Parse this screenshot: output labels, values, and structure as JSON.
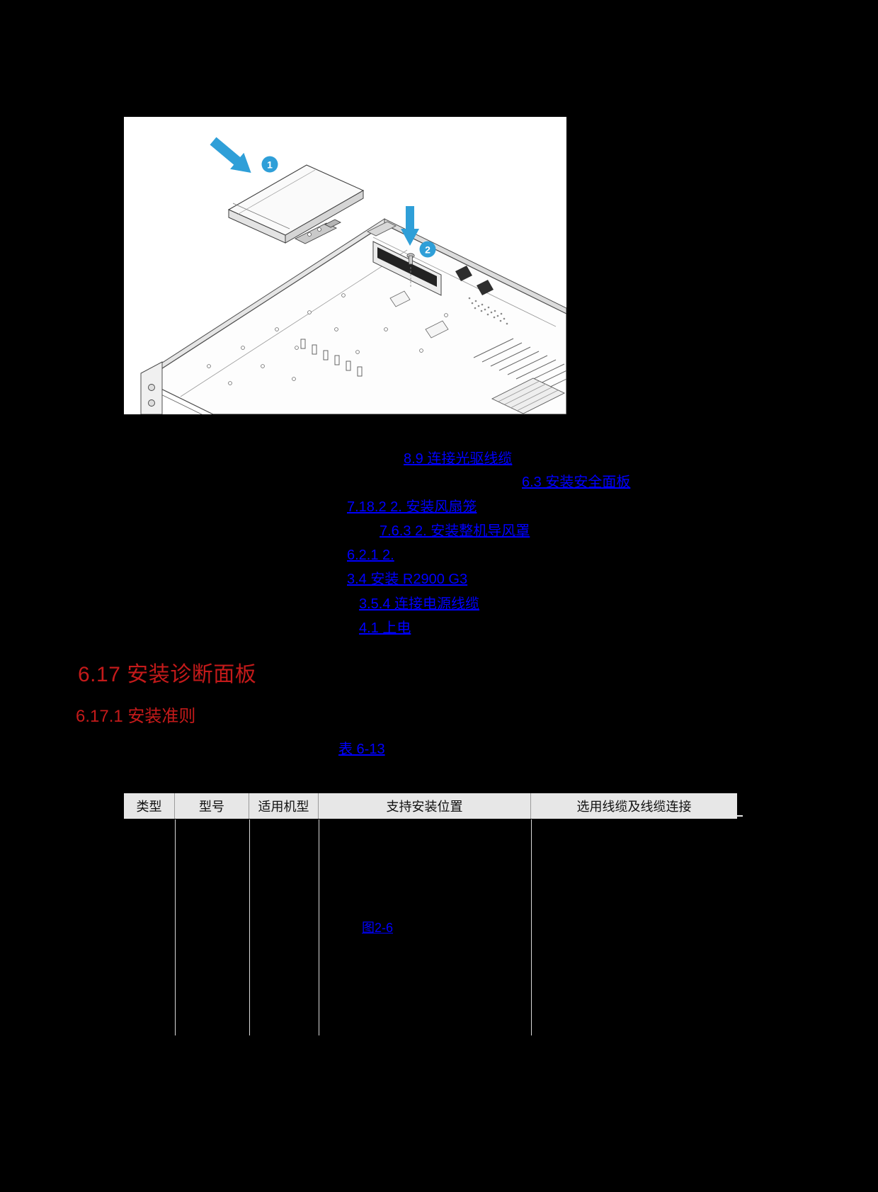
{
  "colors": {
    "page_background": "#000000",
    "link": "#0000ff",
    "heading_red": "#c41a1a",
    "figure_blue": "#2f9fd8",
    "table_header_bg": "#e7e7e7",
    "table_line": "#d9d9d9"
  },
  "figure": {
    "callouts": [
      "1",
      "2"
    ]
  },
  "links": {
    "items": [
      {
        "text": "8.9  连接光驱线缆"
      },
      {
        "text": "6.3  安装安全面板"
      },
      {
        "text": "7.18.2  2. 安装风扇笼"
      },
      {
        "text": "7.6.3  2. 安装整机导风罩"
      },
      {
        "text": "6.2.1  2."
      },
      {
        "text": "3.4  安装 R2900 G3"
      },
      {
        "text": "3.5.4  连接电源线缆"
      },
      {
        "text": "4.1  上电"
      }
    ],
    "table_ref": "表 6-13",
    "figure_ref": "图2-6"
  },
  "headings": {
    "section": "6.17  安装诊断面板",
    "subsection": "6.17.1  安装准则"
  },
  "table": {
    "headers": [
      "类型",
      "型号",
      "适用机型",
      "支持安装位置",
      "选用线缆及线缆连接"
    ]
  }
}
